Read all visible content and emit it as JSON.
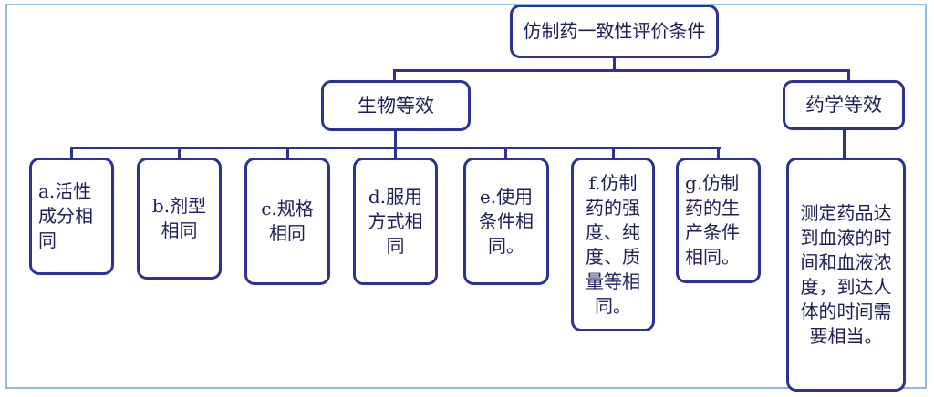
{
  "diagram": {
    "title_node": "仿制药一致性评价条件",
    "branches": [
      {
        "label": "生物等效"
      },
      {
        "label": "药学等效"
      }
    ],
    "bio_children": [
      {
        "label": "a.活性成分相同"
      },
      {
        "label": "b.剂型相同"
      },
      {
        "label": "c.规格相同"
      },
      {
        "label": "d.服用方式相同"
      },
      {
        "label": "e.使用条件相同。"
      },
      {
        "label": "f.仿制药的强度、纯度、质量等相同。"
      },
      {
        "label": "g.仿制药的生产条件相同。"
      }
    ],
    "pharma_children": [
      {
        "label": "测定药品达到血液的时间和血液浓度，到达人体的时间需要相当。"
      }
    ]
  },
  "colors": {
    "node_border": "#2D3192",
    "connector": "#2D3192",
    "outer_frame": "#92BCDF",
    "text": "#1E1E5A",
    "background": "#FFFFFF"
  }
}
